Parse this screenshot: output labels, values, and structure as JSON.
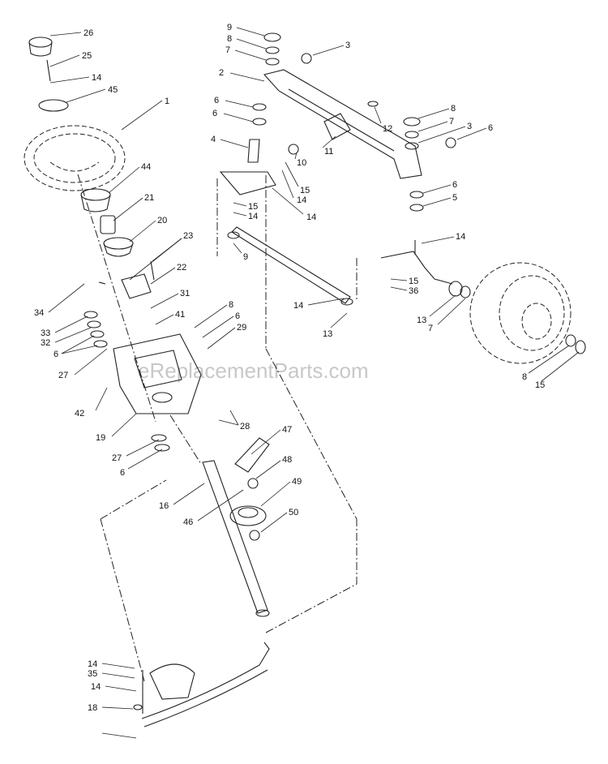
{
  "watermark": "eReplacementParts.com",
  "callouts": [
    "26",
    "25",
    "14",
    "45",
    "1",
    "44",
    "21",
    "20",
    "23",
    "22",
    "34",
    "33",
    "32",
    "6",
    "27",
    "31",
    "41",
    "8",
    "6",
    "29",
    "42",
    "19",
    "28",
    "27",
    "6",
    "16",
    "46",
    "47",
    "48",
    "49",
    "50",
    "9",
    "8",
    "7",
    "3",
    "2",
    "6",
    "6",
    "4",
    "12",
    "11",
    "10",
    "15",
    "14",
    "14",
    "15",
    "14",
    "9",
    "8",
    "7",
    "3",
    "6",
    "6",
    "5",
    "14",
    "15",
    "36",
    "14",
    "13",
    "13",
    "7",
    "8",
    "15",
    "14",
    "35",
    "14",
    "18"
  ]
}
